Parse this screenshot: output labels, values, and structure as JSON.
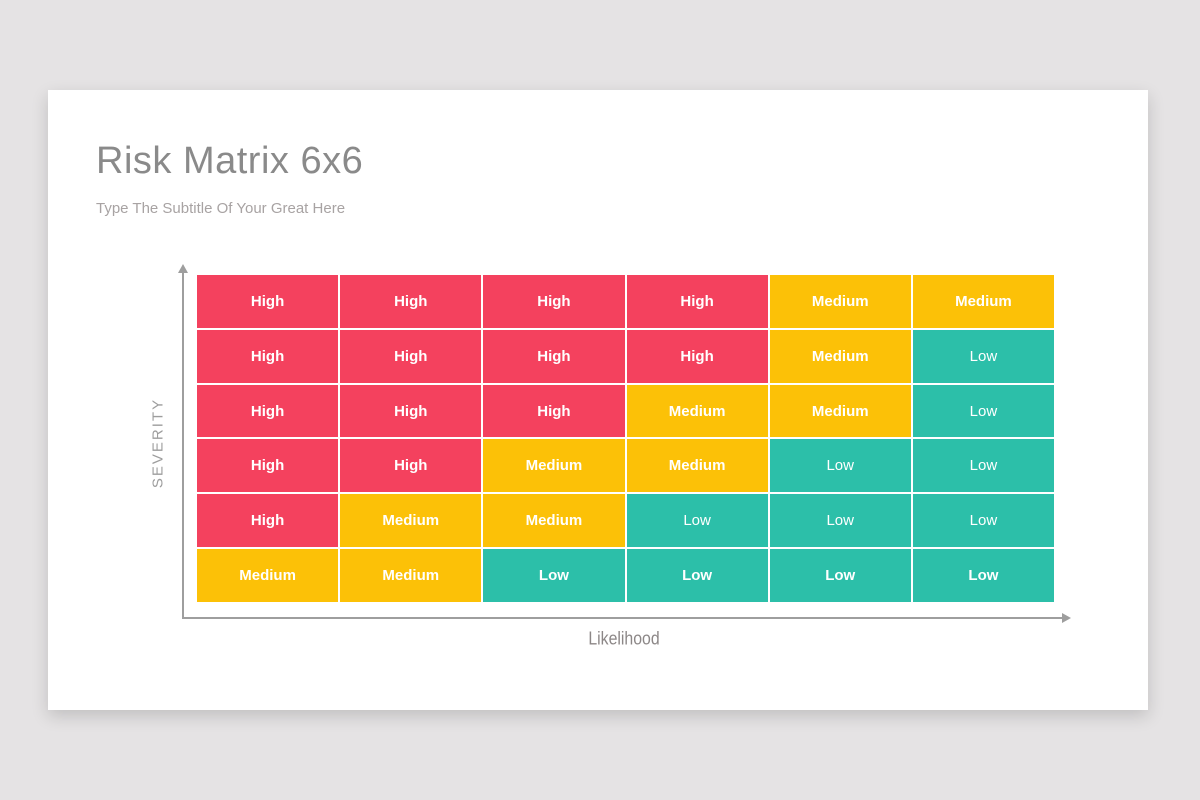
{
  "slide": {
    "title": "Risk Matrix 6x6",
    "subtitle": "Type The Subtitle Of Your Great Here"
  },
  "theme": {
    "page_background": "#e5e3e4",
    "slide_background": "#ffffff",
    "title_color": "#8a8a8a",
    "subtitle_color": "#a8a3a3",
    "axis_color": "#9e9e9e",
    "cell_text_color": "#ffffff"
  },
  "chart_data": {
    "type": "heatmap",
    "title": "Risk Matrix 6x6",
    "subtitle": "Type The Subtitle Of Your Great Here",
    "xlabel": "Likelihood",
    "ylabel": "SEVERITY",
    "rows": 6,
    "cols": 6,
    "grid_gap_color": "#ffffff",
    "colors": {
      "High": "#f4415e",
      "Medium": "#fcc107",
      "Low": "#2cbfa9"
    },
    "cells": [
      [
        {
          "label": "High",
          "bold": true
        },
        {
          "label": "High",
          "bold": true
        },
        {
          "label": "High",
          "bold": true
        },
        {
          "label": "High",
          "bold": true
        },
        {
          "label": "Medium",
          "bold": true
        },
        {
          "label": "Medium",
          "bold": true
        }
      ],
      [
        {
          "label": "High",
          "bold": true
        },
        {
          "label": "High",
          "bold": true
        },
        {
          "label": "High",
          "bold": true
        },
        {
          "label": "High",
          "bold": true
        },
        {
          "label": "Medium",
          "bold": true
        },
        {
          "label": "Low",
          "bold": false
        }
      ],
      [
        {
          "label": "High",
          "bold": true
        },
        {
          "label": "High",
          "bold": true
        },
        {
          "label": "High",
          "bold": true
        },
        {
          "label": "Medium",
          "bold": true
        },
        {
          "label": "Medium",
          "bold": true
        },
        {
          "label": "Low",
          "bold": false
        }
      ],
      [
        {
          "label": "High",
          "bold": true
        },
        {
          "label": "High",
          "bold": true
        },
        {
          "label": "Medium",
          "bold": true
        },
        {
          "label": "Medium",
          "bold": true
        },
        {
          "label": "Low",
          "bold": false
        },
        {
          "label": "Low",
          "bold": false
        }
      ],
      [
        {
          "label": "High",
          "bold": true
        },
        {
          "label": "Medium",
          "bold": true
        },
        {
          "label": "Medium",
          "bold": true
        },
        {
          "label": "Low",
          "bold": false
        },
        {
          "label": "Low",
          "bold": false
        },
        {
          "label": "Low",
          "bold": false
        }
      ],
      [
        {
          "label": "Medium",
          "bold": true
        },
        {
          "label": "Medium",
          "bold": true
        },
        {
          "label": "Low",
          "bold": true
        },
        {
          "label": "Low",
          "bold": true
        },
        {
          "label": "Low",
          "bold": true
        },
        {
          "label": "Low",
          "bold": true
        }
      ]
    ]
  }
}
